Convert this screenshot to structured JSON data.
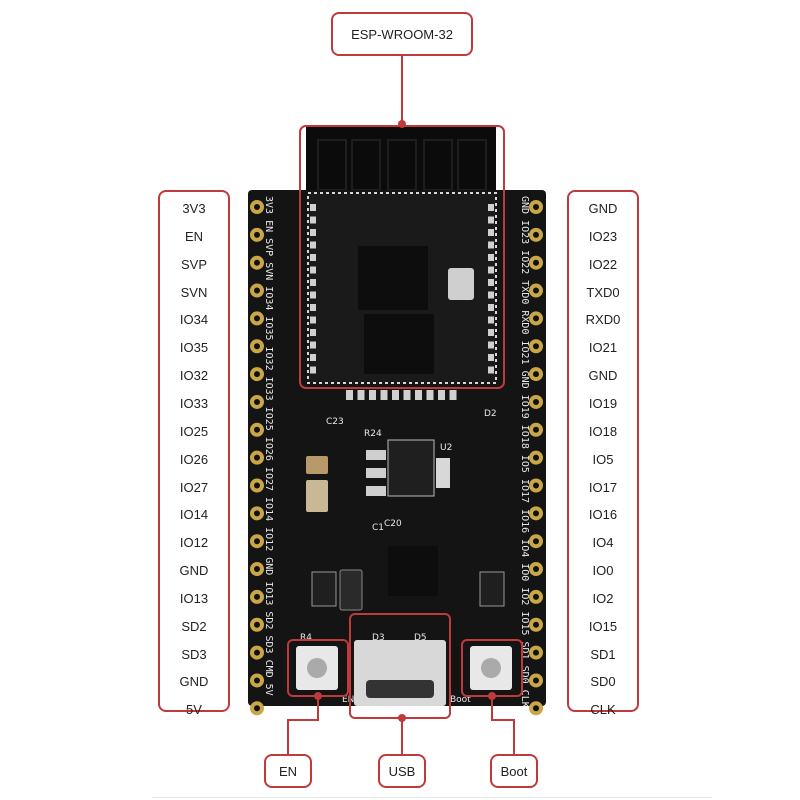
{
  "module_label": "ESP-WROOM-32",
  "left_pins": [
    "3V3",
    "EN",
    "SVP",
    "SVN",
    "IO34",
    "IO35",
    "IO32",
    "IO33",
    "IO25",
    "IO26",
    "IO27",
    "IO14",
    "IO12",
    "GND",
    "IO13",
    "SD2",
    "SD3",
    "GND",
    "5V"
  ],
  "right_pins": [
    "GND",
    "IO23",
    "IO22",
    "TXD0",
    "RXD0",
    "IO21",
    "GND",
    "IO19",
    "IO18",
    "IO5",
    "IO17",
    "IO16",
    "IO4",
    "IO0",
    "IO2",
    "IO15",
    "SD1",
    "SD0",
    "CLK"
  ],
  "bottom_callouts": {
    "en": "EN",
    "usb": "USB",
    "boot": "Boot"
  },
  "colors": {
    "accent": "#c0393b",
    "pcb": "#141414",
    "pad": "#c9a646"
  }
}
